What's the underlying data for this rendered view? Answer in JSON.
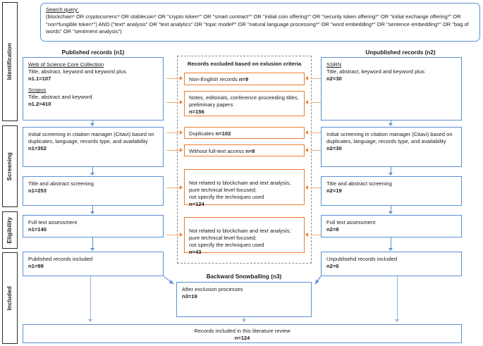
{
  "search": {
    "label": "Search query:",
    "text": "(blockchain* OR cryptocurrenc* OR stablecoin* OR \"crypto token*\" OR \"smart contract*\" OR \"initial coin offering*\" OR \"security token offering*\" OR \"initial exchange offering*\" OR \"non*fungible token*\") AND (\"text* analysis\" OR \"text analytics\" OR \"topic model*\" OR \"natural language processing*\" OR \"word embedding*\" OR \"sentence embedding*\" OR \"bag of words\" OR \"sentiment analysis\")"
  },
  "stages": [
    {
      "label": "Identification"
    },
    {
      "label": "Screening"
    },
    {
      "label": "Eligibility"
    },
    {
      "label": "Included"
    }
  ],
  "columns": {
    "left_heading": "Published records (n1)",
    "right_heading": "Unpublished records (n2)"
  },
  "left_boxes": [
    {
      "source1_name": "Web of Science Core Collection",
      "source1_fields": "Title, abstract, keyword and keyword plus",
      "source1_count": "n1.1=107",
      "source2_name": "Scopus",
      "source2_fields": "Title, abstract and keyword",
      "source2_count": "n1.2=410"
    },
    {
      "text": "Initial screening in citation manager (Citavi) based on duplicates, language, records type, and availability",
      "count": "n1=352"
    },
    {
      "text": "Title and abstract screening",
      "count": "n1=253"
    },
    {
      "text": "Full text assessment",
      "count": "n1=140"
    },
    {
      "text": "Published records included",
      "count": "n1=99"
    }
  ],
  "right_boxes": [
    {
      "source1_name": "SSRN",
      "source1_fields": "Title, abstract, keyword and keyword plus",
      "source1_count": "n2=30"
    },
    {
      "text": "Initial screening in citation manager (Citavi) based on duplicates, language, records type, and availability",
      "count": "n2=30"
    },
    {
      "text": "Title and abstract screening",
      "count": "n2=19"
    },
    {
      "text": "Full text assessment",
      "count": "n2=8"
    },
    {
      "text": "Unpublisehd records included",
      "count": "n2=6"
    }
  ],
  "exclusions": {
    "title": "Records excluded based on exlusion criteria",
    "items": [
      {
        "text": "Non-English records ",
        "count": "n=9"
      },
      {
        "text": "Notes, editorials, conference proceeding titles, preliminary papers",
        "count": "n=156"
      },
      {
        "text": "Duplicates ",
        "count": "n=102"
      },
      {
        "text": "Without full-text access ",
        "count": "n=8"
      },
      {
        "text": "Not related to blockchain and text analysis;\npure technical level focused;\nnot specify the techniques used",
        "count": "n=124"
      },
      {
        "text": "Not related to blockchain and text analysis;\npure technical level focused;\nnot specify the techniques used",
        "count": "n=43"
      }
    ]
  },
  "snowballing": {
    "heading": "Backward Snowballing  (n3)",
    "text": "After exclusion processes",
    "count": "n3=19"
  },
  "final": {
    "text": "Records included in this literature review",
    "count": "n=124"
  },
  "colors": {
    "box_border": "#5b8fd4",
    "exclusion_border": "#ed7d31",
    "dashed_border": "#8a8a8a",
    "stage_border": "#2b2b2b"
  }
}
